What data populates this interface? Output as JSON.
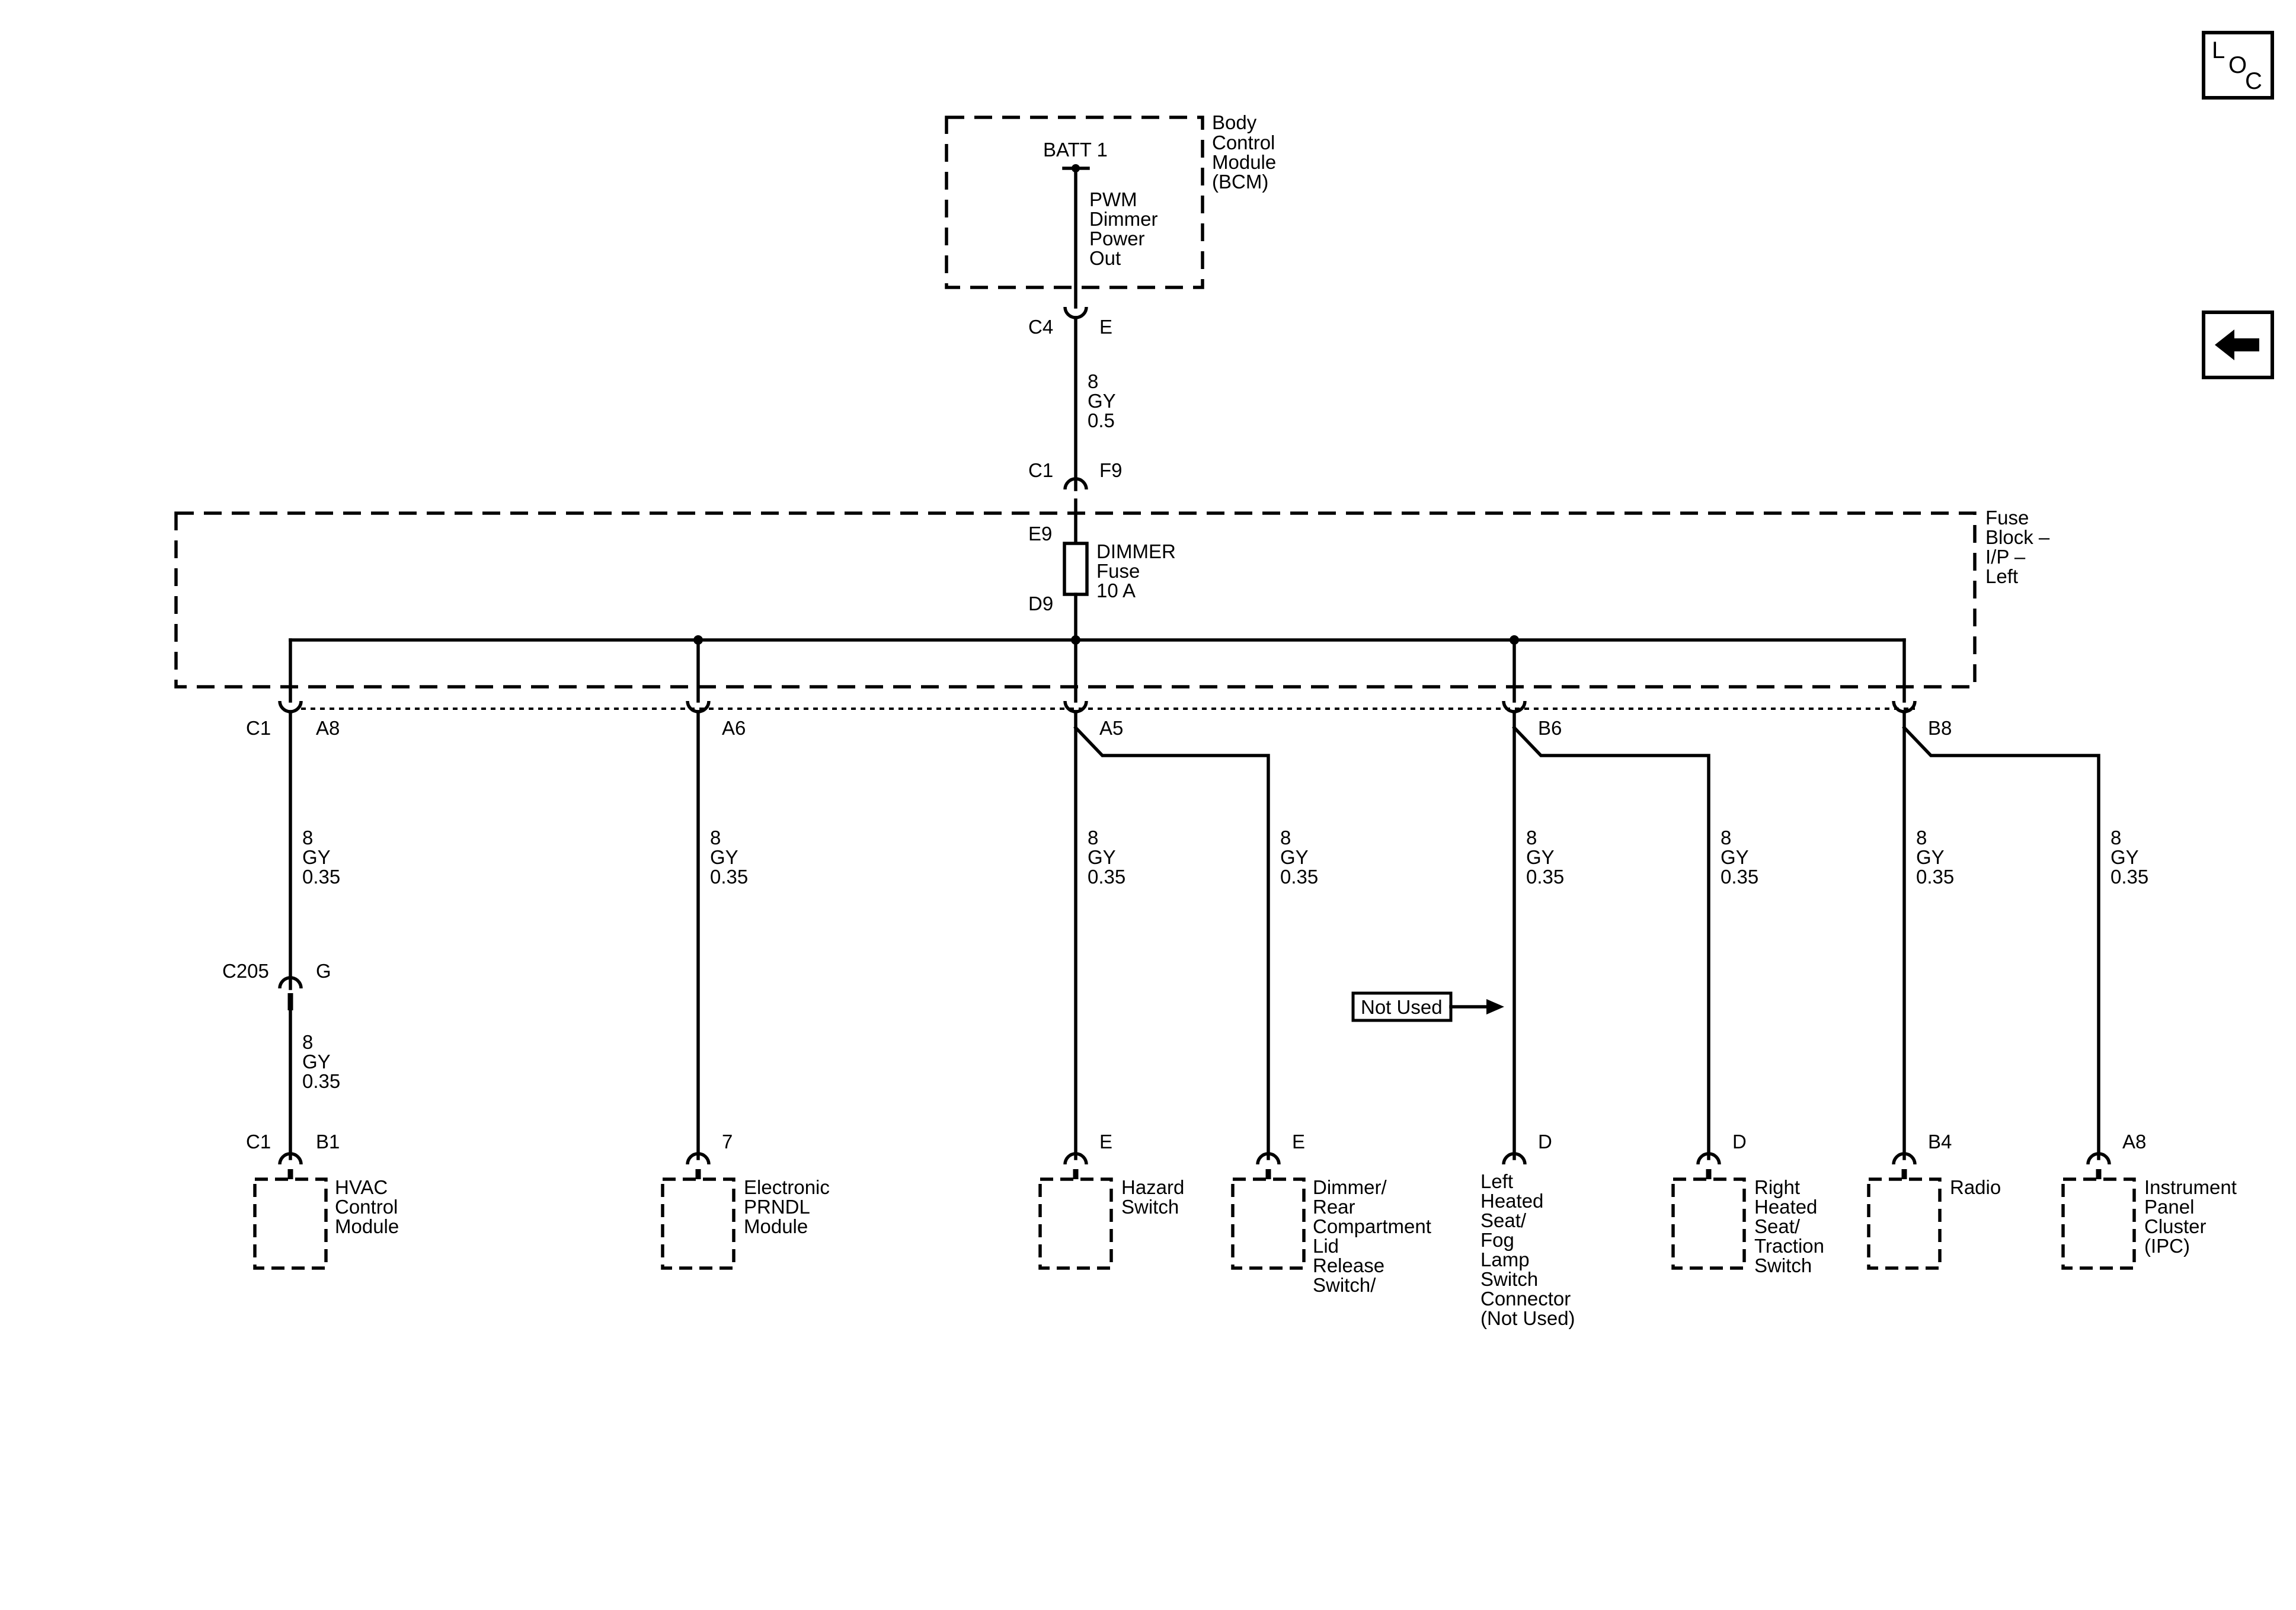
{
  "nav": {
    "loc_icon": "loc-icon",
    "loc_letters": [
      "L",
      "O",
      "C"
    ],
    "back_icon": "left-arrow-icon"
  },
  "bcm": {
    "title_lines": [
      "Body",
      "Control",
      "Module",
      "(BCM)"
    ],
    "batt": "BATT 1",
    "circuit_lines": [
      "PWM",
      "Dimmer",
      "Power",
      "Out"
    ],
    "connector": "C4",
    "pin": "E"
  },
  "wire_top": [
    "8",
    "GY",
    "0.5"
  ],
  "fuse_block": {
    "title_lines": [
      "Fuse",
      "Block –",
      "I/P –",
      "Left"
    ],
    "connector_in": "C1",
    "pin_in": "F9",
    "fuse_top": "E9",
    "fuse_bottom": "D9",
    "fuse_lines": [
      "DIMMER",
      "Fuse",
      "10 A"
    ],
    "connector_out": "C1"
  },
  "outputs": {
    "a8": {
      "pin": "A8",
      "wire": [
        "8",
        "GY",
        "0.35"
      ]
    },
    "a6": {
      "pin": "A6",
      "wire": [
        "8",
        "GY",
        "0.35"
      ]
    },
    "a5": {
      "pin": "A5",
      "wire_a": [
        "8",
        "GY",
        "0.35"
      ],
      "wire_b": [
        "8",
        "GY",
        "0.35"
      ]
    },
    "b6": {
      "pin": "B6",
      "wire_a": [
        "8",
        "GY",
        "0.35"
      ],
      "wire_b": [
        "8",
        "GY",
        "0.35"
      ]
    },
    "b8": {
      "pin": "B8",
      "wire_a": [
        "8",
        "GY",
        "0.35"
      ],
      "wire_b": [
        "8",
        "GY",
        "0.35"
      ]
    }
  },
  "inline_connector": {
    "name": "C205",
    "pin": "G",
    "wire": [
      "8",
      "GY",
      "0.35"
    ]
  },
  "not_used_label": "Not Used",
  "components": [
    {
      "connector": "C1",
      "pin": "B1",
      "label_lines": [
        "HVAC",
        "Control",
        "Module"
      ]
    },
    {
      "connector": "",
      "pin": "7",
      "label_lines": [
        "Electronic",
        "PRNDL",
        "Module"
      ]
    },
    {
      "connector": "",
      "pin": "E",
      "label_lines": [
        "Hazard",
        "Switch"
      ]
    },
    {
      "connector": "",
      "pin": "E",
      "label_lines": [
        "Dimmer/",
        "Rear",
        "Compartment",
        "Lid",
        "Release",
        "Switch/"
      ]
    },
    {
      "connector": "",
      "pin": "D",
      "label_lines": [
        "Left",
        "Heated",
        "Seat/",
        "Fog",
        "Lamp",
        "Switch",
        "Connector",
        "(Not Used)"
      ]
    },
    {
      "connector": "",
      "pin": "D",
      "label_lines": [
        "Right",
        "Heated",
        "Seat/",
        "Traction",
        "Switch"
      ]
    },
    {
      "connector": "",
      "pin": "B4",
      "label_lines": [
        "Radio"
      ]
    },
    {
      "connector": "",
      "pin": "A8",
      "label_lines": [
        "Instrument",
        "Panel",
        "Cluster",
        "(IPC)"
      ]
    }
  ]
}
